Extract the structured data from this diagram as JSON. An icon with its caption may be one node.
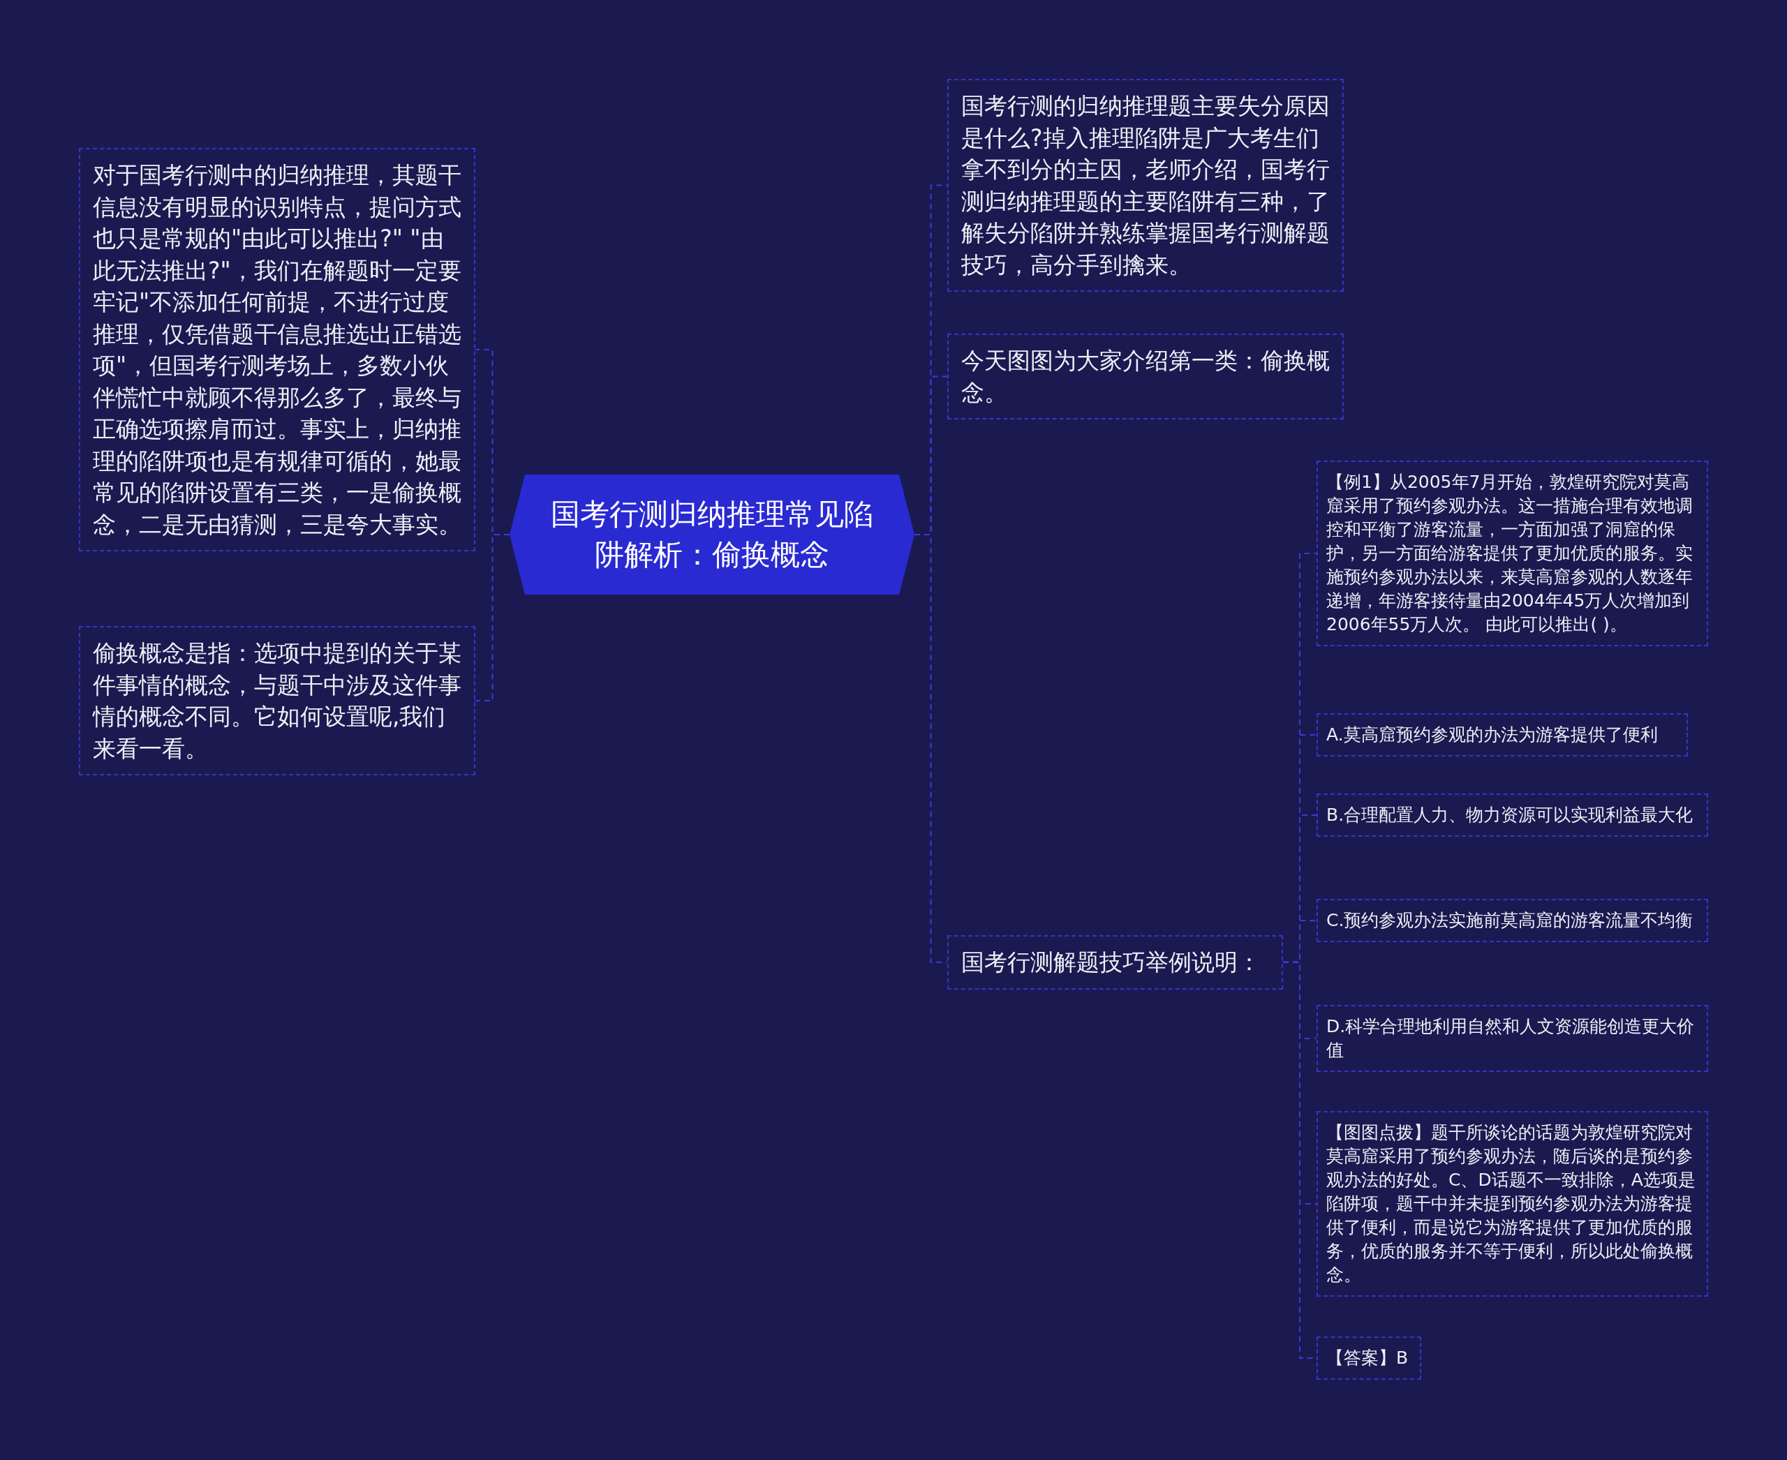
{
  "diagram": {
    "nodes": [
      {
        "text": [
          "国考行测归纳推理常见陷阱解析：偷换概念"
        ]
      },
      {
        "text": [
          "对于国考行测中的归纳推理，其题干信息没有明显的识别特点，提问方式也只是常规的\"由此可以推出?\" \"由此无法推出?\"，我们在解题时一定要牢记\"不添加任何前提，不进行过度推理，仅凭借题干信息推选出正错选项\"，但国考行测考场上，多数小伙伴慌忙中就顾不得那么多了，最终与正确选项擦肩而过。事实上，归纳推理的陷阱项也是有规律可循的，她最常见的陷阱设置有三类，一是偷换概念，二是无由猜测，三是夸大事实。"
        ]
      },
      {
        "text": [
          "偷换概念是指：选项中提到的关于某件事情的概念，与题干中涉及这件事情的概念不同。它如何设置呢,我们来看一看。"
        ]
      },
      {
        "text": [
          "国考行测的归纳推理题主要失分原因是什么?掉入推理陷阱是广大考生们拿不到分的主因，老师介绍，国考行测归纳推理题的主要陷阱有三种，了解失分陷阱并熟练掌握国考行测解题技巧，高分手到擒来。"
        ]
      },
      {
        "text": [
          "今天图图为大家介绍第一类：偷换概念。"
        ]
      },
      {
        "text": [
          "国考行测解题技巧举例说明："
        ]
      },
      {
        "text": [
          "【例1】从2005年7月开始，敦煌研究院对莫高窟采用了预约参观办法。这一措施合理有效地调控和平衡了游客流量，一方面加强了洞窟的保护，另一方面给游客提供了更加优质的服务。实施预约参观办法以来，来莫高窟参观的人数逐年递增，年游客接待量由2004年45万人次增加到2006年55万人次。 由此可以推出( )。"
        ]
      },
      {
        "text": [
          "A.莫高窟预约参观的办法为游客提供了便利"
        ]
      },
      {
        "text": [
          "B.合理配置人力、物力资源可以实现利益最大化"
        ]
      },
      {
        "text": [
          "C.预约参观办法实施前莫高窟的游客流量不均衡"
        ]
      },
      {
        "text": [
          "D.科学合理地利用自然和人文资源能创造更大价值"
        ]
      },
      {
        "text": [
          "【图图点拨】题干所谈论的话题为敦煌研究院对莫高窟采用了预约参观办法，随后谈的是预约参观办法的好处。C、D话题不一致排除，A选项是陷阱项，题干中并未提到预约参观办法为游客提供了便利，而是说它为游客提供了更加优质的服务，优质的服务并不等于便利，所以此处偷换概念。"
        ]
      },
      {
        "text": [
          "【答案】B"
        ]
      }
    ],
    "edges": [
      {
        "from": 0,
        "to": 1,
        "arrow": "none",
        "style": "dashed"
      },
      {
        "from": 0,
        "to": 2,
        "arrow": "none",
        "style": "dashed"
      },
      {
        "from": 0,
        "to": 3,
        "arrow": "none",
        "style": "dashed"
      },
      {
        "from": 0,
        "to": 4,
        "arrow": "none",
        "style": "dashed"
      },
      {
        "from": 0,
        "to": 5,
        "arrow": "none",
        "style": "dashed"
      },
      {
        "from": 5,
        "to": 6,
        "arrow": "none",
        "style": "dashed"
      },
      {
        "from": 5,
        "to": 7,
        "arrow": "none",
        "style": "dashed"
      },
      {
        "from": 5,
        "to": 8,
        "arrow": "none",
        "style": "dashed"
      },
      {
        "from": 5,
        "to": 9,
        "arrow": "none",
        "style": "dashed"
      },
      {
        "from": 5,
        "to": 10,
        "arrow": "none",
        "style": "dashed"
      },
      {
        "from": 5,
        "to": 11,
        "arrow": "none",
        "style": "dashed"
      },
      {
        "from": 5,
        "to": 12,
        "arrow": "none",
        "style": "dashed"
      }
    ]
  }
}
